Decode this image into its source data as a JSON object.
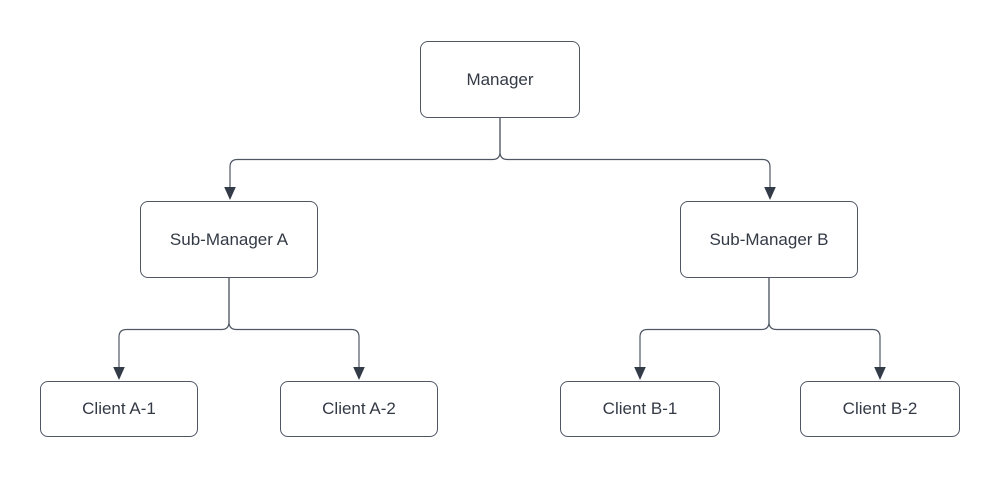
{
  "diagram": {
    "type": "org-chart-tree",
    "nodes": {
      "manager": {
        "label": "Manager",
        "level": 1
      },
      "sub_a": {
        "label": "Sub-Manager A",
        "level": 2
      },
      "sub_b": {
        "label": "Sub-Manager B",
        "level": 2
      },
      "client_a1": {
        "label": "Client A-1",
        "level": 3
      },
      "client_a2": {
        "label": "Client A-2",
        "level": 3
      },
      "client_b1": {
        "label": "Client B-1",
        "level": 3
      },
      "client_b2": {
        "label": "Client B-2",
        "level": 3
      }
    },
    "edges": [
      {
        "from": "Manager",
        "to": "Sub-Manager A",
        "arrow": "to"
      },
      {
        "from": "Manager",
        "to": "Sub-Manager B",
        "arrow": "to"
      },
      {
        "from": "Sub-Manager A",
        "to": "Client A-1",
        "arrow": "to"
      },
      {
        "from": "Sub-Manager A",
        "to": "Client A-2",
        "arrow": "to"
      },
      {
        "from": "Sub-Manager B",
        "to": "Client B-1",
        "arrow": "to"
      },
      {
        "from": "Sub-Manager B",
        "to": "Client B-2",
        "arrow": "to"
      }
    ],
    "colors": {
      "background": "#ffffff",
      "node_fill": "#ffffff",
      "node_border": "#4f5763",
      "line": "#4f5763",
      "arrow": "#333b48",
      "text": "#333a45"
    }
  }
}
